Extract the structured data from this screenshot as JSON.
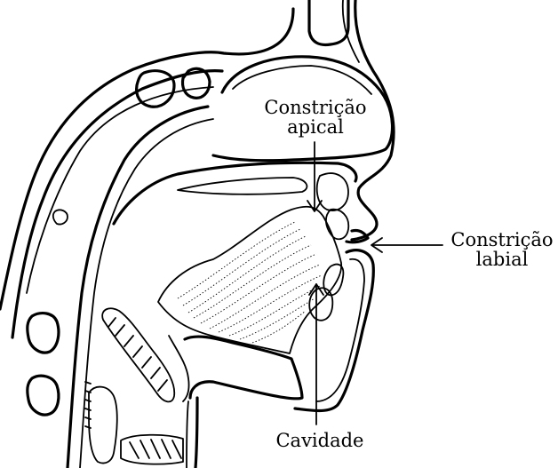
{
  "labels": {
    "apical_line1": "Constrição",
    "apical_line2": "apical",
    "labial_line1": "Constrição",
    "labial_line2": "labial",
    "cavidade": "Cavidade"
  }
}
